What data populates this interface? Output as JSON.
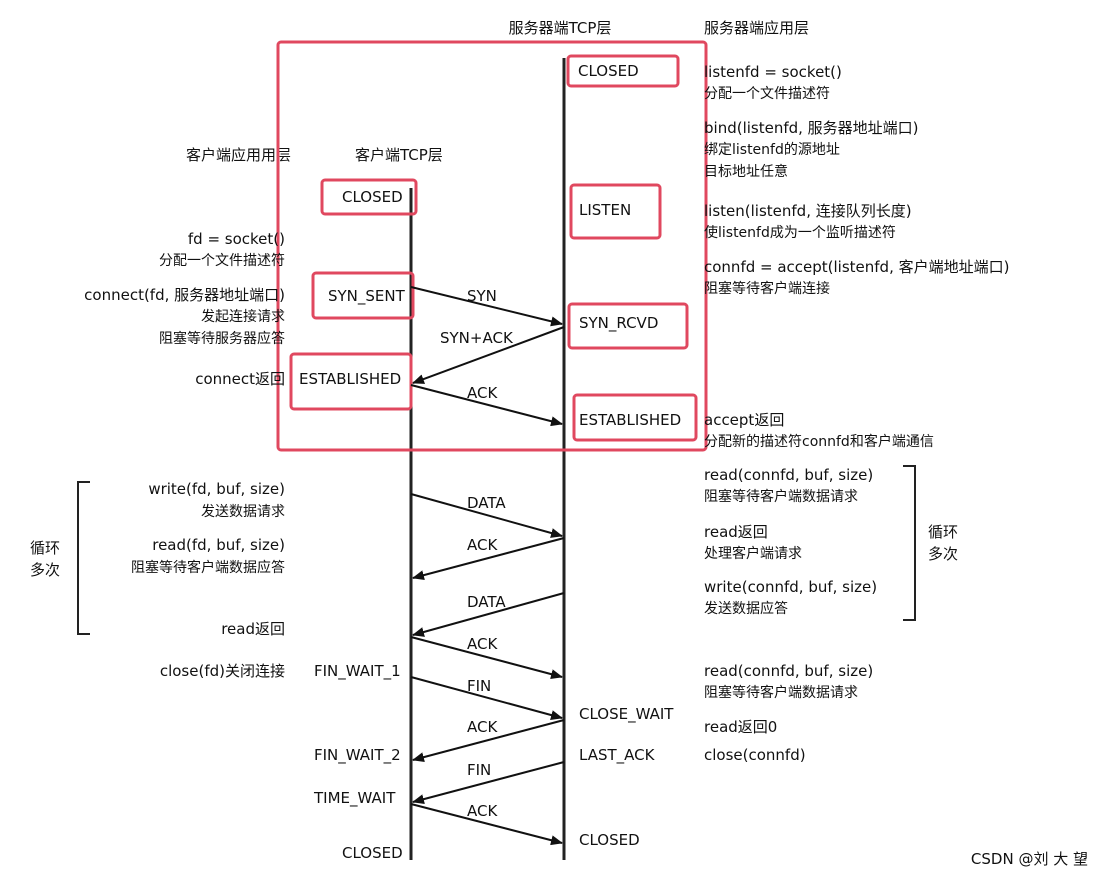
{
  "headers": {
    "server_tcp": "服务器端TCP层",
    "server_app": "服务器端应用层",
    "client_app": "客户端应用用层",
    "client_tcp": "客户端TCP层"
  },
  "client_states": {
    "closed_start": "CLOSED",
    "syn_sent": "SYN_SENT",
    "established": "ESTABLISHED",
    "fin_wait_1": "FIN_WAIT_1",
    "fin_wait_2": "FIN_WAIT_2",
    "time_wait": "TIME_WAIT",
    "closed_end": "CLOSED"
  },
  "server_states": {
    "closed": "CLOSED",
    "listen": "LISTEN",
    "syn_rcvd": "SYN_RCVD",
    "established": "ESTABLISHED",
    "close_wait": "CLOSE_WAIT",
    "last_ack": "LAST_ACK",
    "closed_end": "CLOSED"
  },
  "messages": {
    "syn": "SYN",
    "syn_ack": "SYN+ACK",
    "ack1": "ACK",
    "data1": "DATA",
    "ack2": "ACK",
    "data2": "DATA",
    "ack3": "ACK",
    "fin1": "FIN",
    "ack4": "ACK",
    "fin2": "FIN",
    "ack5": "ACK"
  },
  "client_notes": {
    "socket": "fd = socket()",
    "socket_desc": "分配一个文件描述符",
    "connect": "connect(fd, 服务器地址端口)",
    "connect_desc1": "发起连接请求",
    "connect_desc2": "阻塞等待服务器应答",
    "connect_return": "connect返回",
    "write": "write(fd, buf, size)",
    "write_desc": "发送数据请求",
    "read": "read(fd, buf, size)",
    "read_desc": "阻塞等待客户端数据应答",
    "read_return": "read返回",
    "close": "close(fd)关闭连接",
    "loop1": "循环",
    "loop2": "多次"
  },
  "server_notes": {
    "socket": "listenfd = socket()",
    "socket_desc": "分配一个文件描述符",
    "bind": "bind(listenfd, 服务器地址端口)",
    "bind_desc1": "绑定listenfd的源地址",
    "bind_desc2": "目标地址任意",
    "listen": "listen(listenfd, 连接队列长度)",
    "listen_desc": "使listenfd成为一个监听描述符",
    "accept": "connfd = accept(listenfd, 客户端地址端口)",
    "accept_desc": "阻塞等待客户端连接",
    "accept_return": "accept返回",
    "accept_return_desc": "分配新的描述符connfd和客户端通信",
    "read1": "read(connfd, buf, size)",
    "read1_desc": "阻塞等待客户端数据请求",
    "read_return": "read返回",
    "read_return_desc": "处理客户端请求",
    "write": "write(connfd, buf, size)",
    "write_desc": "发送数据应答",
    "read2": "read(connfd, buf, size)",
    "read2_desc": "阻塞等待客户端数据请求",
    "read_return0": "read返回0",
    "close": "close(connfd)",
    "loop1": "循环",
    "loop2": "多次"
  },
  "watermark": "CSDN @刘 大 望",
  "colors": {
    "highlight": "#e0485f",
    "line": "#222222"
  }
}
